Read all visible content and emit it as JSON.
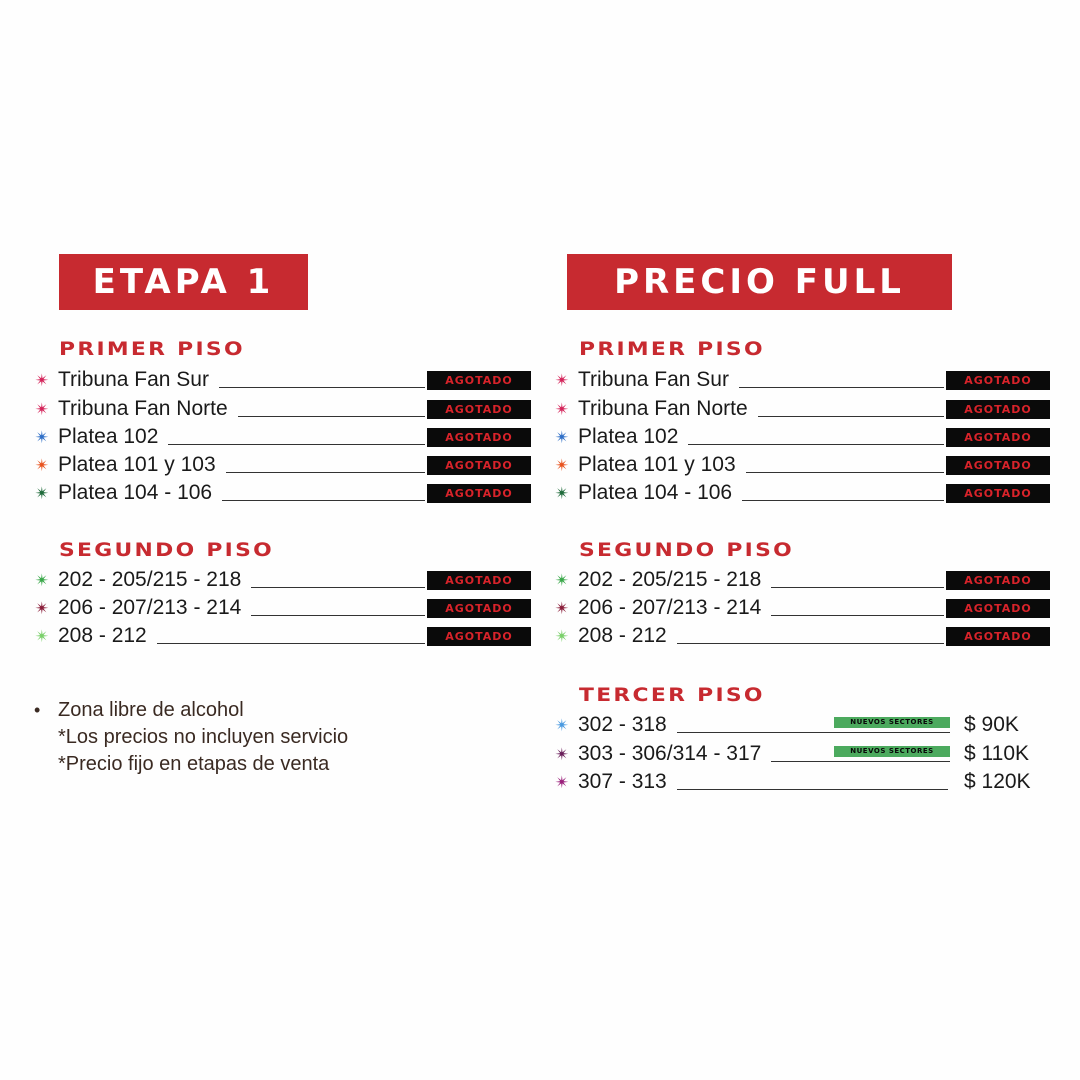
{
  "stage1": {
    "title": "ETAPA 1",
    "floor1": {
      "title": "PRIMER PISO",
      "rows": [
        {
          "label": "Tribuna Fan Sur",
          "status": "AGOTADO",
          "star_color": "#d4245a"
        },
        {
          "label": "Tribuna Fan Norte",
          "status": "AGOTADO",
          "star_color": "#d4245a"
        },
        {
          "label": "Platea 102",
          "status": "AGOTADO",
          "star_color": "#2f6fc7"
        },
        {
          "label": "Platea 101 y 103",
          "status": "AGOTADO",
          "star_color": "#e8531e"
        },
        {
          "label": "Platea 104 - 106",
          "status": "AGOTADO",
          "star_color": "#1e6a3a"
        }
      ]
    },
    "floor2": {
      "title": "SEGUNDO PISO",
      "rows": [
        {
          "label": "202 - 205/215 - 218",
          "status": "AGOTADO",
          "star_color": "#3aa84a"
        },
        {
          "label": "206 - 207/213 - 214",
          "status": "AGOTADO",
          "star_color": "#8a1e3a"
        },
        {
          "label": "208 - 212",
          "status": "AGOTADO",
          "star_color": "#7ad06a"
        }
      ]
    },
    "notes": [
      "Zona libre de alcohol",
      "*Los precios no incluyen servicio",
      "*Precio fijo en etapas de venta"
    ]
  },
  "full": {
    "title": "PRECIO FULL",
    "floor1": {
      "title": "PRIMER PISO",
      "rows": [
        {
          "label": "Tribuna Fan Sur",
          "status": "AGOTADO",
          "star_color": "#d4245a"
        },
        {
          "label": "Tribuna Fan Norte",
          "status": "AGOTADO",
          "star_color": "#d4245a"
        },
        {
          "label": "Platea 102",
          "status": "AGOTADO",
          "star_color": "#2f6fc7"
        },
        {
          "label": "Platea 101 y 103",
          "status": "AGOTADO",
          "star_color": "#e8531e"
        },
        {
          "label": "Platea 104 - 106",
          "status": "AGOTADO",
          "star_color": "#1e6a3a"
        }
      ]
    },
    "floor2": {
      "title": "SEGUNDO PISO",
      "rows": [
        {
          "label": "202 - 205/215 - 218",
          "status": "AGOTADO",
          "star_color": "#3aa84a"
        },
        {
          "label": "206 - 207/213 - 214",
          "status": "AGOTADO",
          "star_color": "#8a1e3a"
        },
        {
          "label": "208 - 212",
          "status": "AGOTADO",
          "star_color": "#7ad06a"
        }
      ]
    },
    "floor3": {
      "title": "TERCER PISO",
      "rows": [
        {
          "label": "302 - 318",
          "badge": "NUEVOS SECTORES",
          "price": "$ 90K",
          "star_color": "#4a9ae0"
        },
        {
          "label": "303 - 306/314 - 317",
          "badge": "NUEVOS SECTORES",
          "price": "$ 110K",
          "star_color": "#6a1e5a"
        },
        {
          "label": "307 - 313",
          "badge": "",
          "price": "$ 120K",
          "star_color": "#9a1e7a"
        }
      ]
    }
  },
  "colors": {
    "accent": "#c72a30",
    "badge_bg": "#0a0a0a",
    "badge_text": "#d8232a",
    "new_badge_bg": "#4caa5e"
  }
}
